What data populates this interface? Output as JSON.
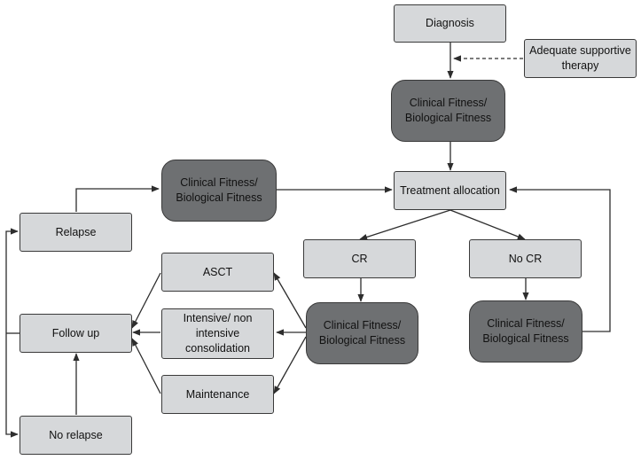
{
  "diagram": {
    "nodes": {
      "diagnosis": "Diagnosis",
      "supportive": "Adequate supportive therapy",
      "fitness_top": "Clinical Fitness/ Biological Fitness",
      "treatment_allocation": "Treatment allocation",
      "fitness_relapse": "Clinical Fitness/ Biological Fitness",
      "relapse": "Relapse",
      "cr": "CR",
      "no_cr": "No CR",
      "fitness_cr": "Clinical Fitness/ Biological Fitness",
      "fitness_no_cr": "Clinical Fitness/ Biological Fitness",
      "asct": "ASCT",
      "consolidation": "Intensive/ non intensive consolidation",
      "maintenance": "Maintenance",
      "follow_up": "Follow up",
      "no_relapse": "No relapse"
    },
    "colors": {
      "light_box": "#d6d8da",
      "dark_box": "#6e7072",
      "stroke": "#3a3a3a"
    }
  }
}
